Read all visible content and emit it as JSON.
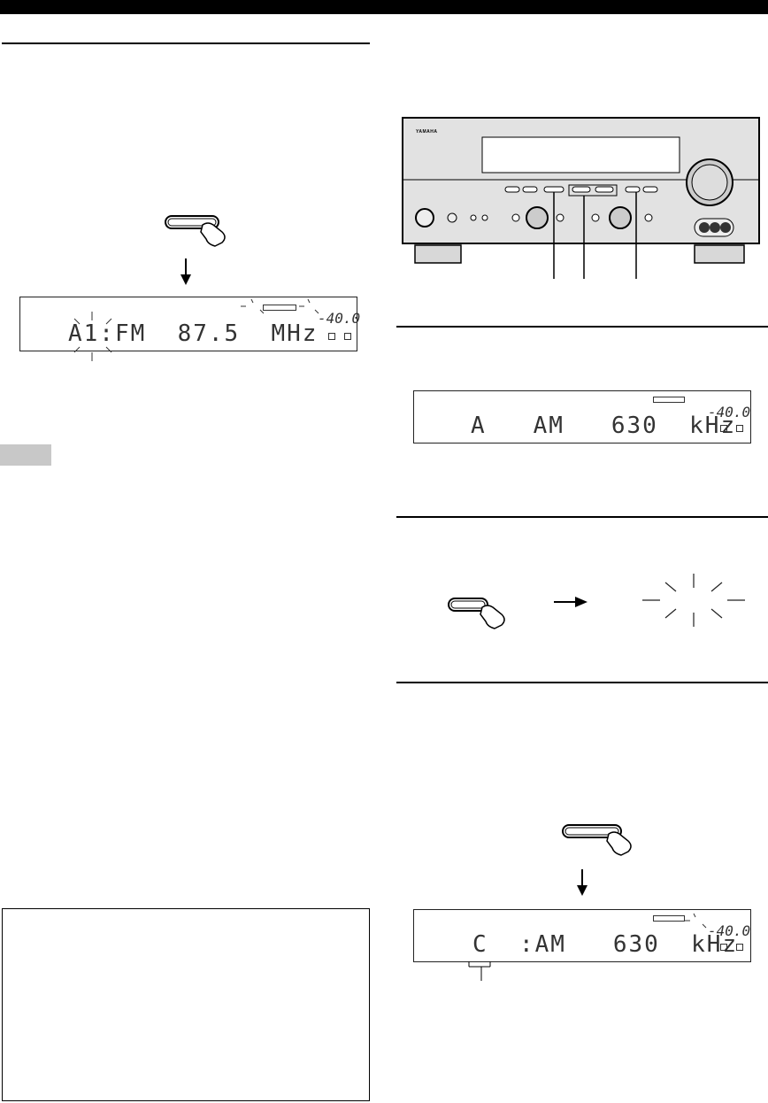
{
  "receiver": {
    "brand_logo": "YAMAHA",
    "icon": "receiver-front-panel-icon"
  },
  "display1": {
    "text": "A1:FM  87.5  MHz",
    "volume": "-40.0"
  },
  "display2": {
    "text": "A   AM   630  kHz",
    "volume": "-40.0"
  },
  "display3": {
    "text": "C  :AM   630  kHz",
    "volume": "-40.0"
  },
  "icons": {
    "press_hand": "pressing-hand-icon",
    "arrow_down": "arrow-down-icon",
    "arrow_right": "arrow-right-icon",
    "blink": "blinking-indicator-icon"
  }
}
